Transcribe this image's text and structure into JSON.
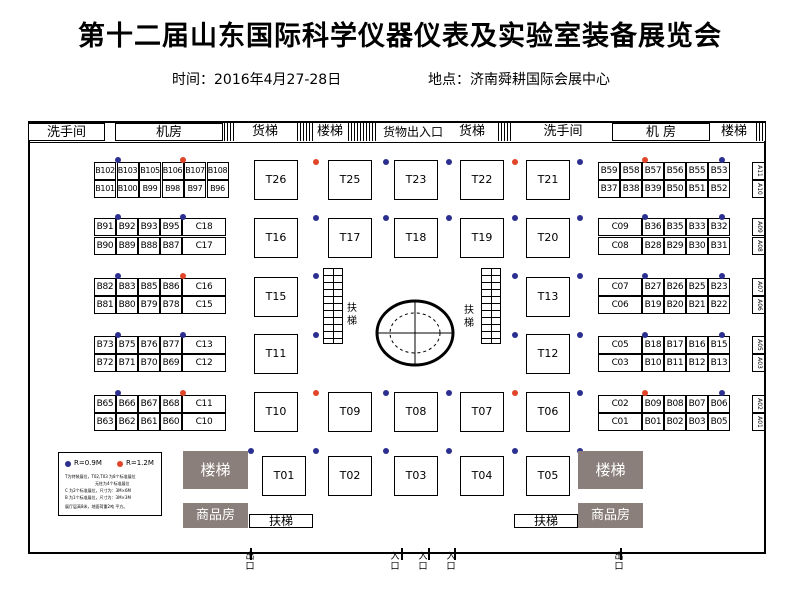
{
  "title": "第十二届山东国际科学仪器仪表及实验室装备展览会",
  "time_label": "时间：2016年4月27-28日",
  "place_label": "地点：济南舜耕国际会展中心",
  "top_bar": {
    "restroom_left": "洗手间",
    "machine_left": "机房",
    "elevator_left": "货梯",
    "stairs_left": "楼梯",
    "freight_entry": "货物出入口",
    "elevator_right": "货梯",
    "restroom_right": "洗手间",
    "machine_right": "机 房",
    "stairs_right": "楼梯"
  },
  "left_block_rows": [
    [
      "B102",
      "B103",
      "B105",
      "B106",
      "B107",
      "B108"
    ],
    [
      "B101",
      "B100",
      "B99",
      "B98",
      "B97",
      "B96"
    ],
    [
      "B91",
      "B92",
      "B93",
      "B95",
      "C18"
    ],
    [
      "B90",
      "B89",
      "B88",
      "B87",
      "C17"
    ],
    [
      "B82",
      "B83",
      "B85",
      "B86",
      "C16"
    ],
    [
      "B81",
      "B80",
      "B79",
      "B78",
      "C15"
    ],
    [
      "B73",
      "B75",
      "B76",
      "B77",
      "C13"
    ],
    [
      "B72",
      "B71",
      "B70",
      "B69",
      "C12"
    ],
    [
      "B65",
      "B66",
      "B67",
      "B68",
      "C11"
    ],
    [
      "B63",
      "B62",
      "B61",
      "B60",
      "C10"
    ]
  ],
  "right_block_rows": [
    [
      "B59",
      "B58",
      "B57",
      "B56",
      "B55",
      "B53"
    ],
    [
      "B37",
      "B38",
      "B39",
      "B50",
      "B51",
      "B52"
    ],
    [
      "C09",
      "B36",
      "B35",
      "B33",
      "B32"
    ],
    [
      "C08",
      "B28",
      "B29",
      "B30",
      "B31"
    ],
    [
      "C07",
      "B27",
      "B26",
      "B25",
      "B23"
    ],
    [
      "C06",
      "B19",
      "B20",
      "B21",
      "B22"
    ],
    [
      "C05",
      "B18",
      "B17",
      "B16",
      "B15"
    ],
    [
      "C03",
      "B10",
      "B11",
      "B12",
      "B13"
    ],
    [
      "C02",
      "B09",
      "B08",
      "B07",
      "B06"
    ],
    [
      "C01",
      "B01",
      "B02",
      "B03",
      "B05"
    ]
  ],
  "side_booths": [
    "A11",
    "A10",
    "A09",
    "A08",
    "A07",
    "A06",
    "A05",
    "A03",
    "A02",
    "A01"
  ],
  "t_booths": {
    "row1": [
      "T26",
      "T25",
      "T23",
      "T22",
      "T21"
    ],
    "row2": [
      "T16",
      "T17",
      "T18",
      "T19",
      "T20"
    ],
    "left_mid": [
      "T15",
      "T11"
    ],
    "right_mid": [
      "T13",
      "T12"
    ],
    "row5": [
      "T10",
      "T09",
      "T08",
      "T07",
      "T06"
    ],
    "row6": [
      "T01",
      "T02",
      "T03",
      "T04",
      "T05"
    ]
  },
  "escalator_label": "扶梯",
  "legend": {
    "blue": "R=0.9M",
    "red": "R=1.2M",
    "line1": "T为特装展位，T02,T03 为8个标准展位",
    "line2": "无柱为4个标准展位",
    "line3": "C 为2个标准展位，尺寸为：3M×6M",
    "line4": "B 为1个标准展位，尺寸为：3M×3M",
    "line5": "展厅层高8米，地面荷重2吨 平方。"
  },
  "bottom": {
    "stairs": "楼梯",
    "shop": "商品房",
    "escalator": "扶梯",
    "exit": "出口",
    "entrance": "入口"
  },
  "colors": {
    "blue_pillar": "#2b2f8f",
    "red_pillar": "#e0452a",
    "grey_room": "#8a7f7b"
  }
}
